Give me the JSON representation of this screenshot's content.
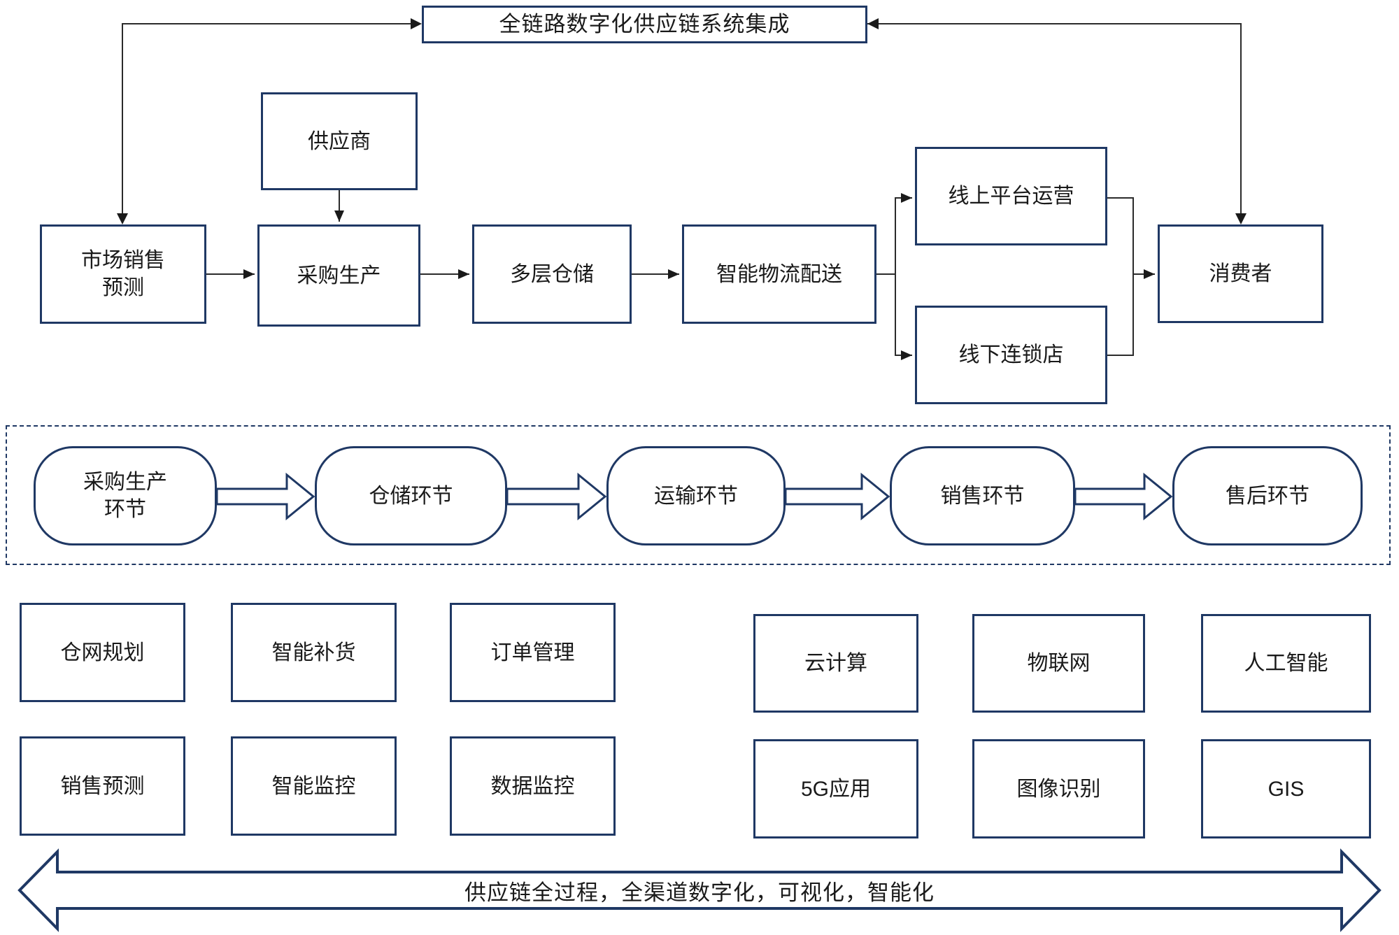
{
  "diagram": {
    "title": "全链路数字化供应链系统集成",
    "nodes": {
      "supplier": "供应商",
      "market_forecast": {
        "line1": "市场销售",
        "line2": "预测"
      },
      "procurement": "采购生产",
      "warehouse": "多层仓储",
      "logistics": "智能物流配送",
      "online_platform": "线上平台运营",
      "offline_stores": "线下连锁店",
      "consumer": "消费者"
    },
    "stages": {
      "s1": {
        "line1": "采购生产",
        "line2": "环节"
      },
      "s2": "仓储环节",
      "s3": "运输环节",
      "s4": "销售环节",
      "s5": "售后环节"
    },
    "capabilities": {
      "row1": [
        "仓网规划",
        "智能补货",
        "订单管理"
      ],
      "row2": [
        "销售预测",
        "智能监控",
        "数据监控"
      ]
    },
    "technologies": {
      "row1": [
        "云计算",
        "物联网",
        "人工智能"
      ],
      "row2": [
        "5G应用",
        "图像识别",
        "GIS"
      ]
    },
    "banner": "供应链全过程，全渠道数字化，可视化，智能化",
    "colors": {
      "border": "#1f3864",
      "connector": "#2b2b2b",
      "text": "#1a1a1a"
    }
  }
}
